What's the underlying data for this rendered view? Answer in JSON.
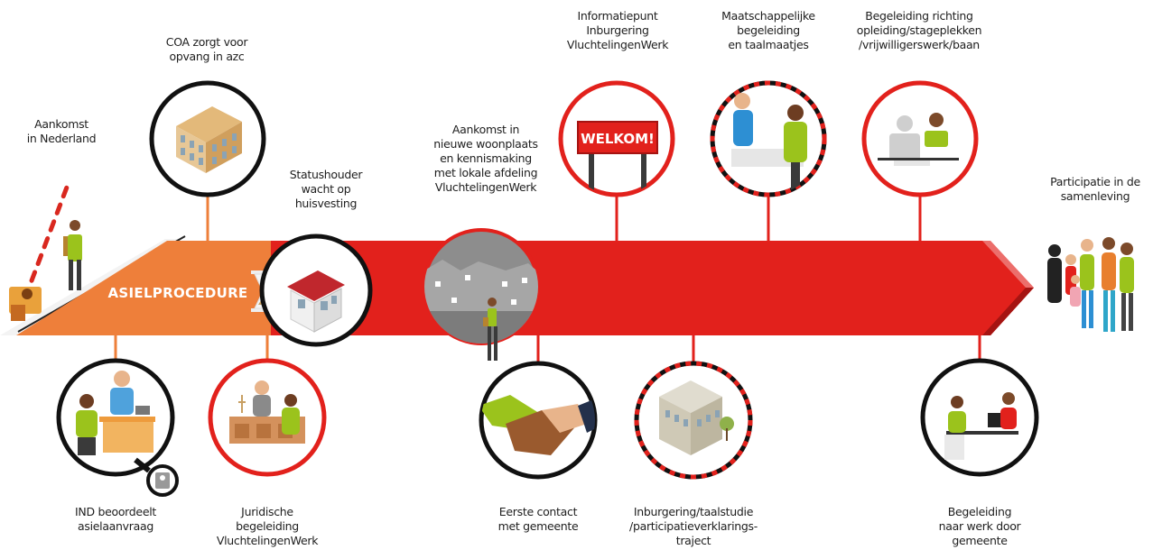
{
  "colors": {
    "orange": "#ee7f3a",
    "red": "#e2211c",
    "black": "#111111",
    "grey": "#8a8a8a",
    "green": "#9bc31c"
  },
  "banner": {
    "asielprocedure": "ASIELPROCEDURE",
    "welkom_sign": "WELKOM!"
  },
  "steps_top": [
    {
      "id": "aankomst-nl",
      "lines": [
        "Aankomst",
        "in Nederland"
      ]
    },
    {
      "id": "coa",
      "lines": [
        "COA zorgt voor",
        "opvang in azc"
      ]
    },
    {
      "id": "statushouder",
      "lines": [
        "Statushouder",
        "wacht op",
        "huisvesting"
      ]
    },
    {
      "id": "aankomst-woonplaats",
      "lines": [
        "Aankomst in",
        "nieuwe woonplaats",
        "en kennismaking",
        "met lokale afdeling",
        "VluchtelingenWerk"
      ]
    },
    {
      "id": "informatiepunt",
      "lines": [
        "Informatiepunt",
        "Inburgering",
        "VluchtelingenWerk"
      ]
    },
    {
      "id": "maatschappelijke",
      "lines": [
        "Maatschappelijke",
        "begeleiding",
        "en taalmaatjes"
      ]
    },
    {
      "id": "begeleiding-opleiding",
      "lines": [
        "Begeleiding richting",
        "opleiding/stageplekken",
        "/vrijwilligerswerk/baan"
      ]
    },
    {
      "id": "participatie",
      "lines": [
        "Participatie in de",
        "samenleving"
      ]
    }
  ],
  "steps_bottom": [
    {
      "id": "ind",
      "lines": [
        "IND beoordeelt",
        "asielaanvraag"
      ]
    },
    {
      "id": "juridische",
      "lines": [
        "Juridische",
        "begeleiding",
        "VluchtelingenWerk"
      ]
    },
    {
      "id": "eerste-contact",
      "lines": [
        "Eerste contact",
        "met gemeente"
      ]
    },
    {
      "id": "inburgering",
      "lines": [
        "Inburgering/taalstudie",
        "/participatieverklarings-",
        "traject"
      ]
    },
    {
      "id": "begeleiding-werk",
      "lines": [
        "Begeleiding",
        "naar werk door",
        "gemeente"
      ]
    }
  ]
}
